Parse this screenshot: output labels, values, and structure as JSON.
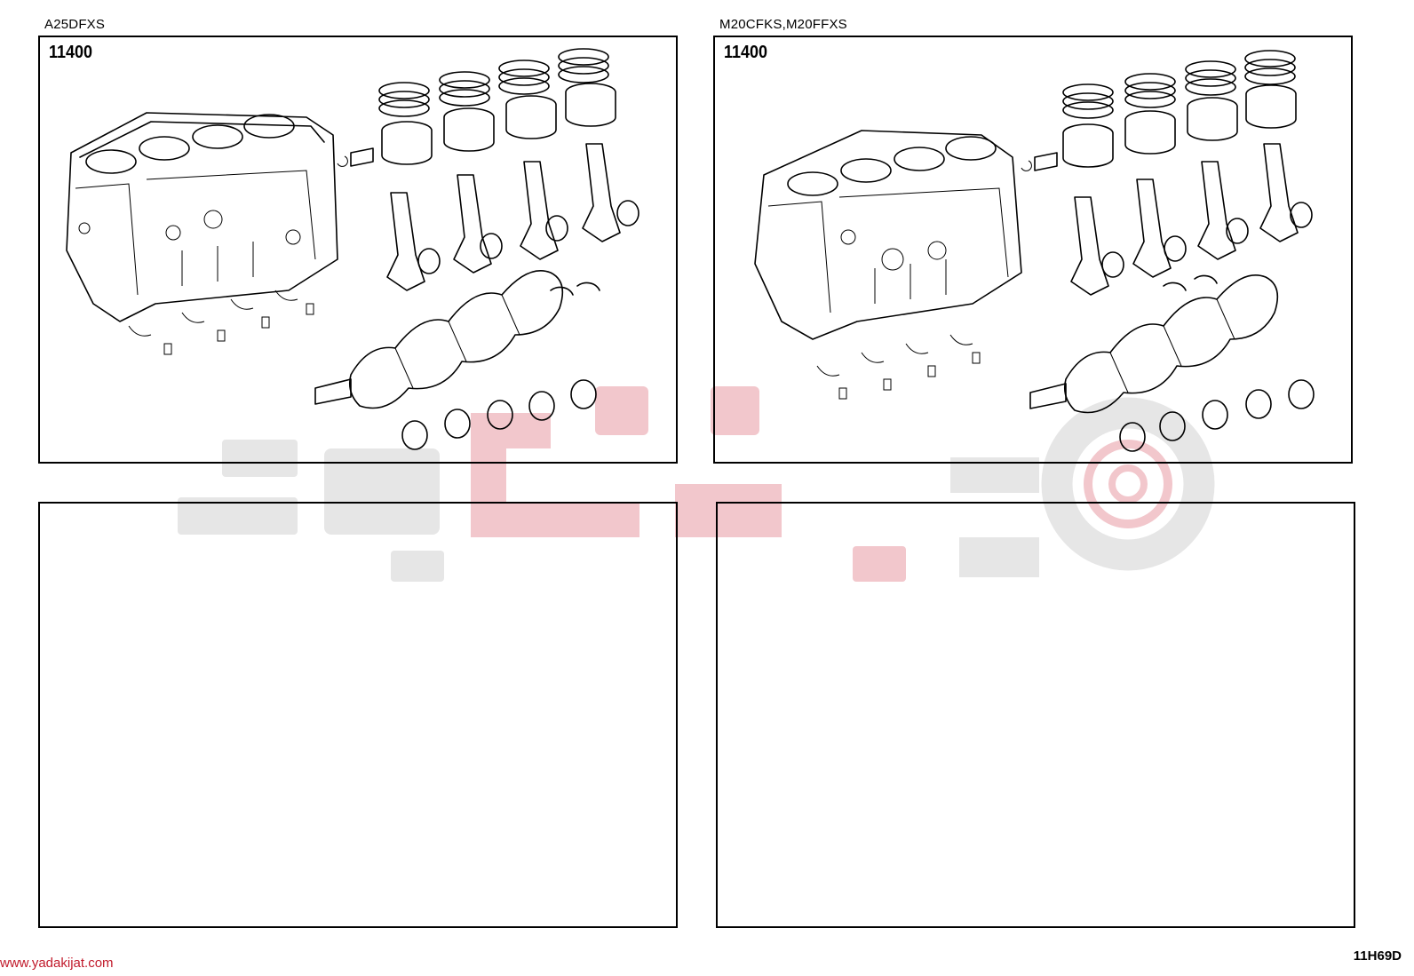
{
  "panels": [
    {
      "engine": "A25DFXS",
      "code": "11400"
    },
    {
      "engine": "M20CFKS,M20FFXS",
      "code": "11400"
    },
    {
      "engine": "",
      "code": ""
    },
    {
      "engine": "",
      "code": ""
    }
  ],
  "footer": {
    "website": "www.yadakijat.com",
    "illustration_code": "11H69D"
  },
  "colors": {
    "watermark_gray": "#e6e6e6",
    "watermark_red": "#f2c7cc",
    "url_red": "#c11a2b"
  },
  "icons": [
    "cylinder-block-illustration",
    "piston-ring-set-illustration",
    "piston-illustration",
    "connecting-rod-illustration",
    "crankshaft-illustration",
    "bearing-illustration",
    "bolt-illustration",
    "oil-jet-illustration"
  ]
}
